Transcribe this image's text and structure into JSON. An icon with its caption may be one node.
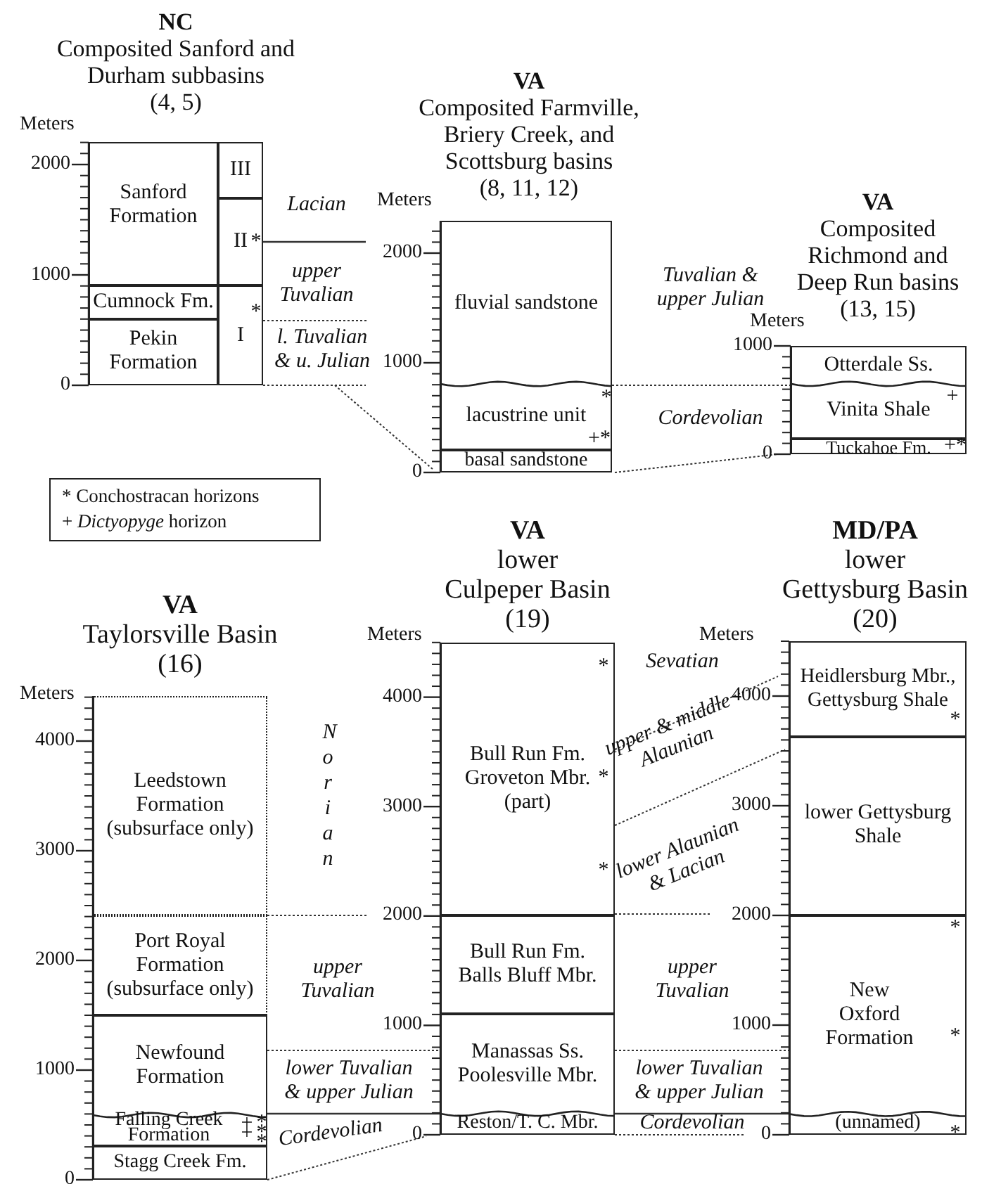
{
  "diagram": {
    "nodes": [
      {
        "text": [
          "NC",
          "Composited Sanford and Durham subbasins",
          "(4, 5)"
        ]
      },
      {
        "text": [
          "Sanford Formation"
        ],
        "in": 0
      },
      {
        "text": [
          "Cumnock Fm."
        ],
        "in": 0
      },
      {
        "text": [
          "Pekin Formation"
        ],
        "in": 0
      },
      {
        "text": [
          "III"
        ],
        "in": 0
      },
      {
        "text": [
          "II",
          "*"
        ],
        "in": 0
      },
      {
        "text": [
          "I",
          "*"
        ],
        "in": 0
      },
      {
        "text": [
          "VA",
          "Composited Farmville, Briery Creek, and Scottsburg basins",
          "(8, 11, 12)"
        ]
      },
      {
        "text": [
          "fluvial sandstone"
        ],
        "in": 7
      },
      {
        "text": [
          "lacustrine unit",
          "*",
          "+*"
        ],
        "in": 7
      },
      {
        "text": [
          "basal sandstone"
        ],
        "in": 7
      },
      {
        "text": [
          "VA",
          "Composited Richmond and Deep Run basins",
          "(13, 15)"
        ]
      },
      {
        "text": [
          "Otterdale Ss."
        ],
        "in": 11
      },
      {
        "text": [
          "Vinita Shale",
          "+"
        ],
        "in": 11
      },
      {
        "text": [
          "Tuckahoe Fm.",
          "+*"
        ],
        "in": 11
      },
      {
        "text": [
          "VA",
          "Taylorsville Basin",
          "(16)"
        ]
      },
      {
        "text": [
          "Leedstown Formation (subsurface only)"
        ],
        "in": 15
      },
      {
        "text": [
          "Port Royal Formation (subsurface only)"
        ],
        "in": 15
      },
      {
        "text": [
          "Newfound Formation"
        ],
        "in": 15
      },
      {
        "text": [
          "Falling Creek Formation",
          "++",
          "***"
        ],
        "in": 15
      },
      {
        "text": [
          "Stagg Creek Fm."
        ],
        "in": 15
      },
      {
        "text": [
          "VA",
          "lower",
          "Culpeper Basin",
          "(19)"
        ]
      },
      {
        "text": [
          "Bull Run Fm. Groveton Mbr. (part)",
          "*",
          "*",
          "*"
        ],
        "in": 21
      },
      {
        "text": [
          "Bull Run Fm. Balls Bluff Mbr."
        ],
        "in": 21
      },
      {
        "text": [
          "Manassas Ss. Poolesville Mbr."
        ],
        "in": 21
      },
      {
        "text": [
          "Reston/T. C. Mbr."
        ],
        "in": 21
      },
      {
        "text": [
          "MD/PA",
          "lower",
          "Gettysburg Basin",
          "(20)"
        ]
      },
      {
        "text": [
          "Heidlersburg Mbr., Gettysburg Shale",
          "*"
        ],
        "in": 26
      },
      {
        "text": [
          "lower Gettysburg Shale"
        ],
        "in": 26
      },
      {
        "text": [
          "New Oxford Formation",
          "*",
          "*"
        ],
        "in": 26
      },
      {
        "text": [
          "(unnamed)",
          "*"
        ],
        "in": 26
      }
    ],
    "labels": [
      "Meters",
      "2000",
      "1000",
      "0",
      "Lacian",
      "upper Tuvalian",
      "l. Tuvalian & u. Julian",
      "Meters",
      "2000",
      "1000",
      "0",
      "Tuvalian & upper Julian",
      "Cordevolian",
      "Meters",
      "1000",
      "0",
      "Meters",
      "4000",
      "3000",
      "2000",
      "1000",
      "0",
      "Norian",
      "upper Tuvalian",
      "lower Tuvalian & upper Julian",
      "Cordevolian",
      "Meters",
      "4000",
      "3000",
      "2000",
      "1000",
      "0",
      "Sevatian",
      "upper & middle Alaunian",
      "lower Alaunian & Lacian",
      "upper Tuvalian",
      "lower Tuvalian & upper Julian",
      "Cordevolian",
      "Meters",
      "4000",
      "3000",
      "2000",
      "1000",
      "0"
    ],
    "legend": [
      {
        "text": "* Conchostracan horizons"
      },
      {
        "text": "+ *Dictyopyge* horizon"
      }
    ]
  }
}
